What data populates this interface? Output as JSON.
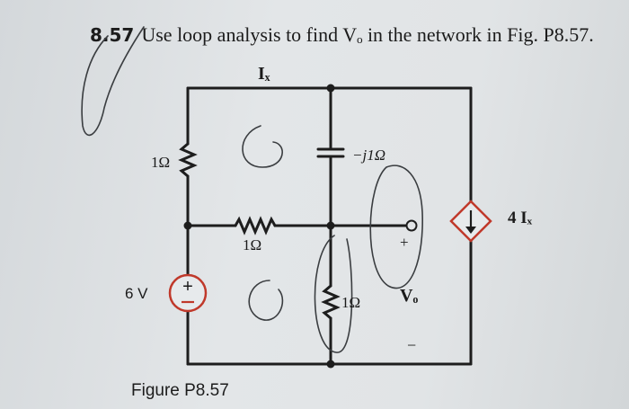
{
  "problem": {
    "number": "8.57",
    "text": "Use loop analysis to find Vₒ in the network in Fig. P8.57."
  },
  "figure": {
    "caption": "Figure P8.57",
    "labels": {
      "ix": "Iₓ",
      "r_left": "1Ω",
      "r_mid": "1Ω",
      "cap": "−j1Ω",
      "r_right": "1Ω",
      "vsrc": "6 V",
      "dep_src": "4 Iₓ",
      "vo": "Vₒ",
      "plus": "+",
      "minus": "−"
    }
  }
}
